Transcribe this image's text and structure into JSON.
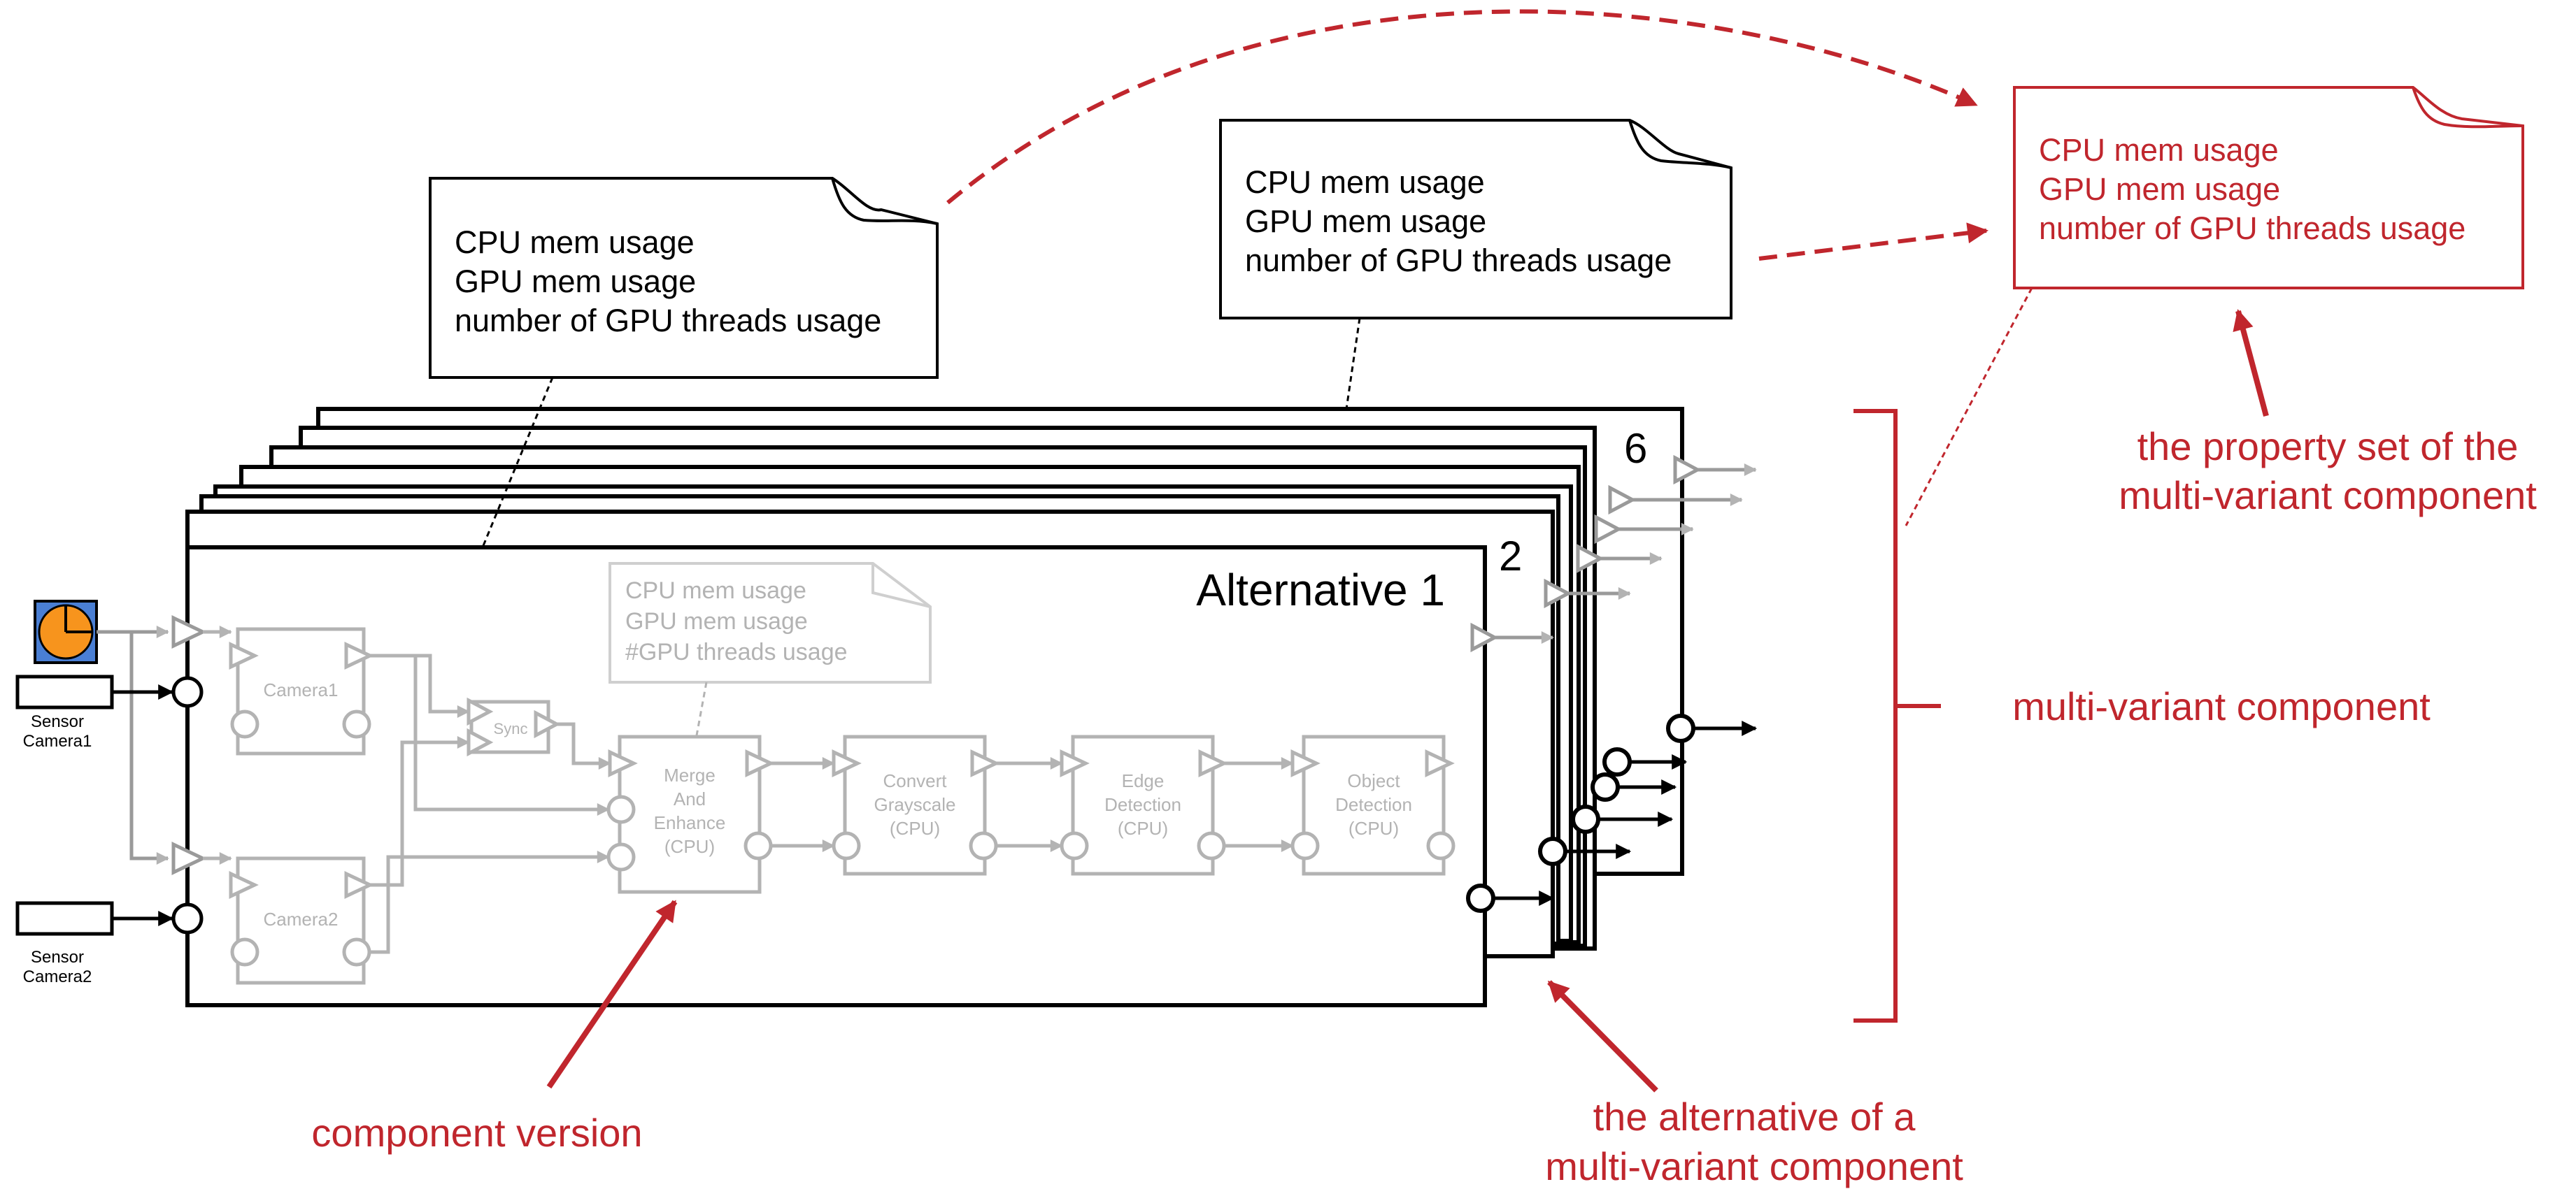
{
  "colors": {
    "black": "#000000",
    "gray": "#b3b3b3",
    "red": "#c0262d",
    "orange": "#f7941d",
    "blue": "#1f4e9c"
  },
  "note_left": {
    "line1": "CPU mem usage",
    "line2": "GPU mem usage",
    "line3": "number of GPU threads usage"
  },
  "note_mid": {
    "line1": "CPU mem usage",
    "line2": "GPU mem usage",
    "line3": "number of GPU threads usage"
  },
  "note_red": {
    "line1": "CPU mem usage",
    "line2": "GPU mem usage",
    "line3": "number of GPU threads usage"
  },
  "note_inner": {
    "line1": "CPU mem usage",
    "line2": "GPU mem usage",
    "line3": "#GPU threads usage"
  },
  "alt": {
    "label1": "Alternative 1",
    "label2": "2",
    "label6": "6"
  },
  "sensors": {
    "cam1_line1": "Sensor",
    "cam1_line2": "Camera1",
    "cam2_line1": "Sensor",
    "cam2_line2": "Camera2"
  },
  "blocks": {
    "camera1": "Camera1",
    "camera2": "Camera2",
    "sync": "Sync",
    "merge": [
      "Merge",
      "And",
      "Enhance",
      "(CPU)"
    ],
    "convert": [
      "Convert",
      "Grayscale",
      "(CPU)"
    ],
    "edge": [
      "Edge",
      "Detection",
      "(CPU)"
    ],
    "object": [
      "Object",
      "Detection",
      "(CPU)"
    ]
  },
  "annotations": {
    "property_set_1": "the property set of the",
    "property_set_2": "multi-variant component",
    "multi_variant": "multi-variant component",
    "alternative_1": "the alternative of a",
    "alternative_2": "multi-variant component",
    "component_version": "component version"
  }
}
